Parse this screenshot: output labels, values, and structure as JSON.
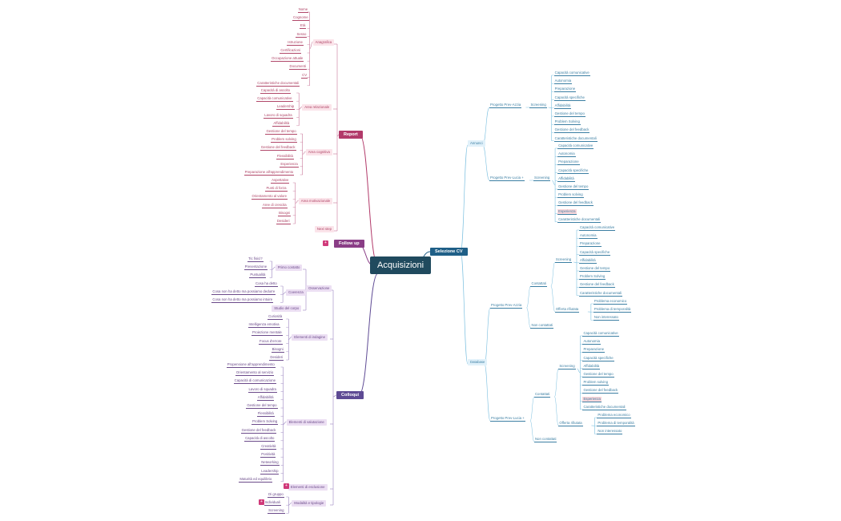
{
  "root": {
    "label": "Acquisizioni"
  },
  "colors": {
    "root": "#204a5e",
    "report": "#b23a6a",
    "followup": "#8a3d86",
    "colloqui": "#5e4a94",
    "selezione": "#1f5f87",
    "pinkText": "#b04668",
    "purpleText": "#6b4a8a",
    "blueText": "#3c7fa3"
  },
  "report": {
    "label": "Report",
    "anagrafica": {
      "label": "Anagrafica",
      "items": [
        "Nome",
        "Cognome",
        "Età",
        "Sesso",
        "Istruzione",
        "Certificazioni",
        "Occupazione attuale",
        "Documenti",
        "CV",
        "Caratteristiche documentali"
      ]
    },
    "relazionale": {
      "label": "Area relazionale",
      "items": [
        "Capacità di ascolto",
        "Capacità comunicative",
        "Leadership",
        "Lavoro di squadra",
        "Affidabilità"
      ]
    },
    "cognitiva": {
      "label": "Area cognitiva",
      "items": [
        "Gestione del tempo",
        "Problem solving",
        "Gestione del feedback",
        "Flessibilità",
        "Esperienza",
        "Preparazione all'apprendimento"
      ]
    },
    "motivazionale": {
      "label": "Area motivazionale",
      "items": [
        "Aspettative",
        "Punti di forza",
        "Orientamento al valore",
        "Aree di crescita",
        "Bisogni",
        "Desideri"
      ]
    },
    "next": "Next step"
  },
  "followup": {
    "label": "Follow up",
    "badge": "+"
  },
  "colloqui": {
    "label": "Colloqui",
    "badge1": "+",
    "badge2": "+",
    "osservazione": {
      "label": "Osservazione",
      "primo": {
        "label": "Primo contatto",
        "items": [
          "Tic fisici?",
          "Presentazione",
          "Puntualità"
        ]
      },
      "coerenza": {
        "label": "Coerenza",
        "items": [
          "Cosa ha detto",
          "Cosa non ha detto ma possiamo dedurre",
          "Cosa non ha detto ma possiamo intuire"
        ]
      },
      "studio": "Studio del corpo"
    },
    "indagine": {
      "label": "Elementi di indagine",
      "items": [
        "Curiosità",
        "Intelligenza emotiva",
        "Proiezione mentale",
        "Focus d'errore",
        "Bisogni",
        "Desideri"
      ]
    },
    "valutazione": {
      "label": "Elementi di valutazione",
      "items": [
        "Propensione all'apprendimento",
        "Orientamento al servizio",
        "Capacità di comunicazione",
        "Lavoro di squadra",
        "Affidabilità",
        "Gestione del tempo",
        "Flessibilità",
        "Problem Solving",
        "Gestione del feedback",
        "Capacità di ascolto",
        "Creatività",
        "Positività",
        "Networking",
        "Leadership",
        "Maturità ed equilibrio"
      ]
    },
    "esclusione": "Elementi di esclusione",
    "modalita": {
      "label": "Modalità e tipologie",
      "items": [
        "Di gruppo",
        "Individuali",
        "Screening"
      ]
    }
  },
  "selezione": {
    "label": "Selezione CV",
    "annunci": {
      "label": "Annunci",
      "pa": {
        "label": "Progetto Prev-Azzia",
        "screening": "Screening",
        "items": [
          "Capacità comunicative",
          "Autonomia",
          "Preparazione",
          "Capacità specifiche",
          "Affidabilità",
          "Gestione del tempo",
          "Problem Solving",
          "Gestione del feedback",
          "Caratteristiche documentali"
        ]
      },
      "pl": {
        "label": "Progetto Prev-Lucia +",
        "screening": "Screening",
        "items": [
          "Capacità comunicative",
          "Autonomia",
          "Preparazione",
          "Capacità specifiche",
          "Affidabilità",
          "Gestione del tempo",
          "Problem solving",
          "Gestione del feedback",
          "Esperienza",
          "Caratteristiche documentali"
        ]
      }
    },
    "database": {
      "label": "Database",
      "pa": {
        "label": "Progetto Prev-Azzia",
        "contattati": "Contattati",
        "screening": "Screening",
        "items": [
          "Capacità comunicative",
          "Autonomia",
          "Preparazione",
          "Capacità specifiche",
          "Affidabilità",
          "Gestione del tempo",
          "Problem Solving",
          "Gestione del feedback",
          "Caratteristiche documentali"
        ],
        "offerta": {
          "label": "Offerta rifiutata",
          "items": [
            "Problema economico",
            "Problema di temporalità",
            "Non interessato"
          ]
        },
        "non": "Non contattati"
      },
      "pl": {
        "label": "Progetto Prev-Lucia +",
        "contattati": "Contattati",
        "screening": "Screening",
        "items": [
          "Capacità comunicative",
          "Autonomia",
          "Preparazione",
          "Capacità specifiche",
          "Affidabilità",
          "Gestione del tempo",
          "Problem solving",
          "Gestione del feedback",
          "Esperienza",
          "Caratteristiche documentali"
        ],
        "offerta": {
          "label": "Offerta rifiutata",
          "items": [
            "Problema economico",
            "Problema di temporalità",
            "Non interessato"
          ]
        },
        "non": "Non contattati"
      }
    }
  }
}
